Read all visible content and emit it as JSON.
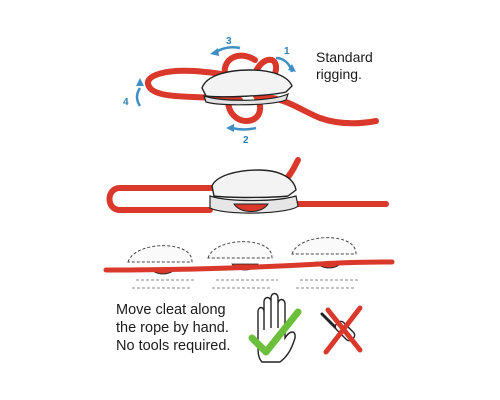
{
  "captions": {
    "standard": "Standard\nrigging.",
    "move": "Move cleat along\nthe rope by hand.\nNo tools required."
  },
  "steps": [
    "1",
    "2",
    "3",
    "4"
  ],
  "icons": {
    "hand": "hand-icon",
    "check": "checkmark-icon",
    "screwdriver": "screwdriver-icon",
    "cross": "x-mark-icon"
  },
  "colors": {
    "rope": "#d9382a",
    "arrow": "#3f8fc4",
    "check": "#6bbf3a",
    "cross": "#d9382a",
    "cleat_outline": "#222222"
  }
}
